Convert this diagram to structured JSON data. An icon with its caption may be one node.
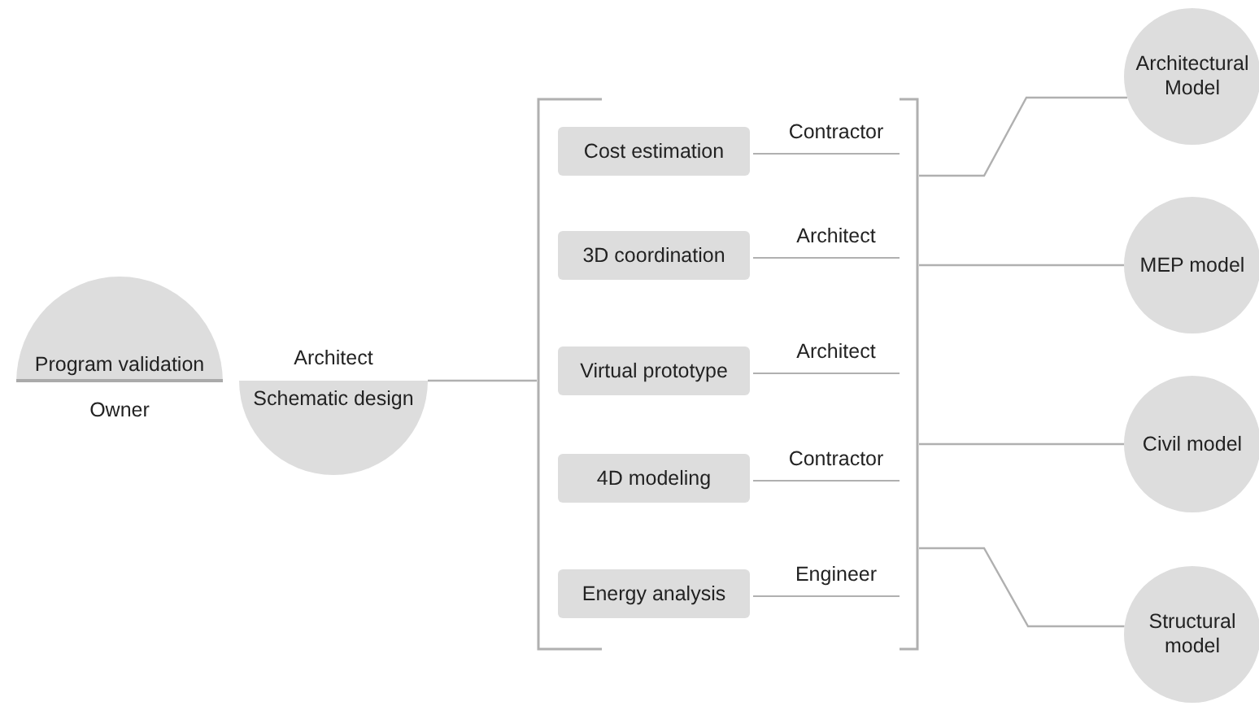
{
  "diagram": {
    "nodes": [
      {
        "text": [
          "Program validation"
        ],
        "beside": [
          "Owner"
        ]
      },
      {
        "text": [
          "Schematic design"
        ],
        "beside": [
          "Architect"
        ]
      },
      {
        "text": [],
        "shape": "bracket"
      },
      {
        "text": [
          "Cost estimation"
        ],
        "in": 2,
        "beside": [
          "Contractor"
        ]
      },
      {
        "text": [
          "3D coordination"
        ],
        "in": 2,
        "beside": [
          "Architect"
        ]
      },
      {
        "text": [
          "Virtual prototype"
        ],
        "in": 2,
        "beside": [
          "Architect"
        ]
      },
      {
        "text": [
          "4D modeling"
        ],
        "in": 2,
        "beside": [
          "Contractor"
        ]
      },
      {
        "text": [
          "Energy analysis"
        ],
        "in": 2,
        "beside": [
          "Engineer"
        ]
      },
      {
        "text": [
          "Architectural Model"
        ]
      },
      {
        "text": [
          "MEP model"
        ]
      },
      {
        "text": [
          "Civil model"
        ]
      },
      {
        "text": [
          "Structural model"
        ]
      }
    ],
    "edges": [
      {
        "from": 1,
        "to": 2,
        "arrow": "none"
      },
      {
        "from": 2,
        "to": 8,
        "arrow": "none"
      },
      {
        "from": 2,
        "to": 9,
        "arrow": "none"
      },
      {
        "from": 2,
        "to": 10,
        "arrow": "none"
      },
      {
        "from": 2,
        "to": 11,
        "arrow": "none"
      }
    ]
  }
}
